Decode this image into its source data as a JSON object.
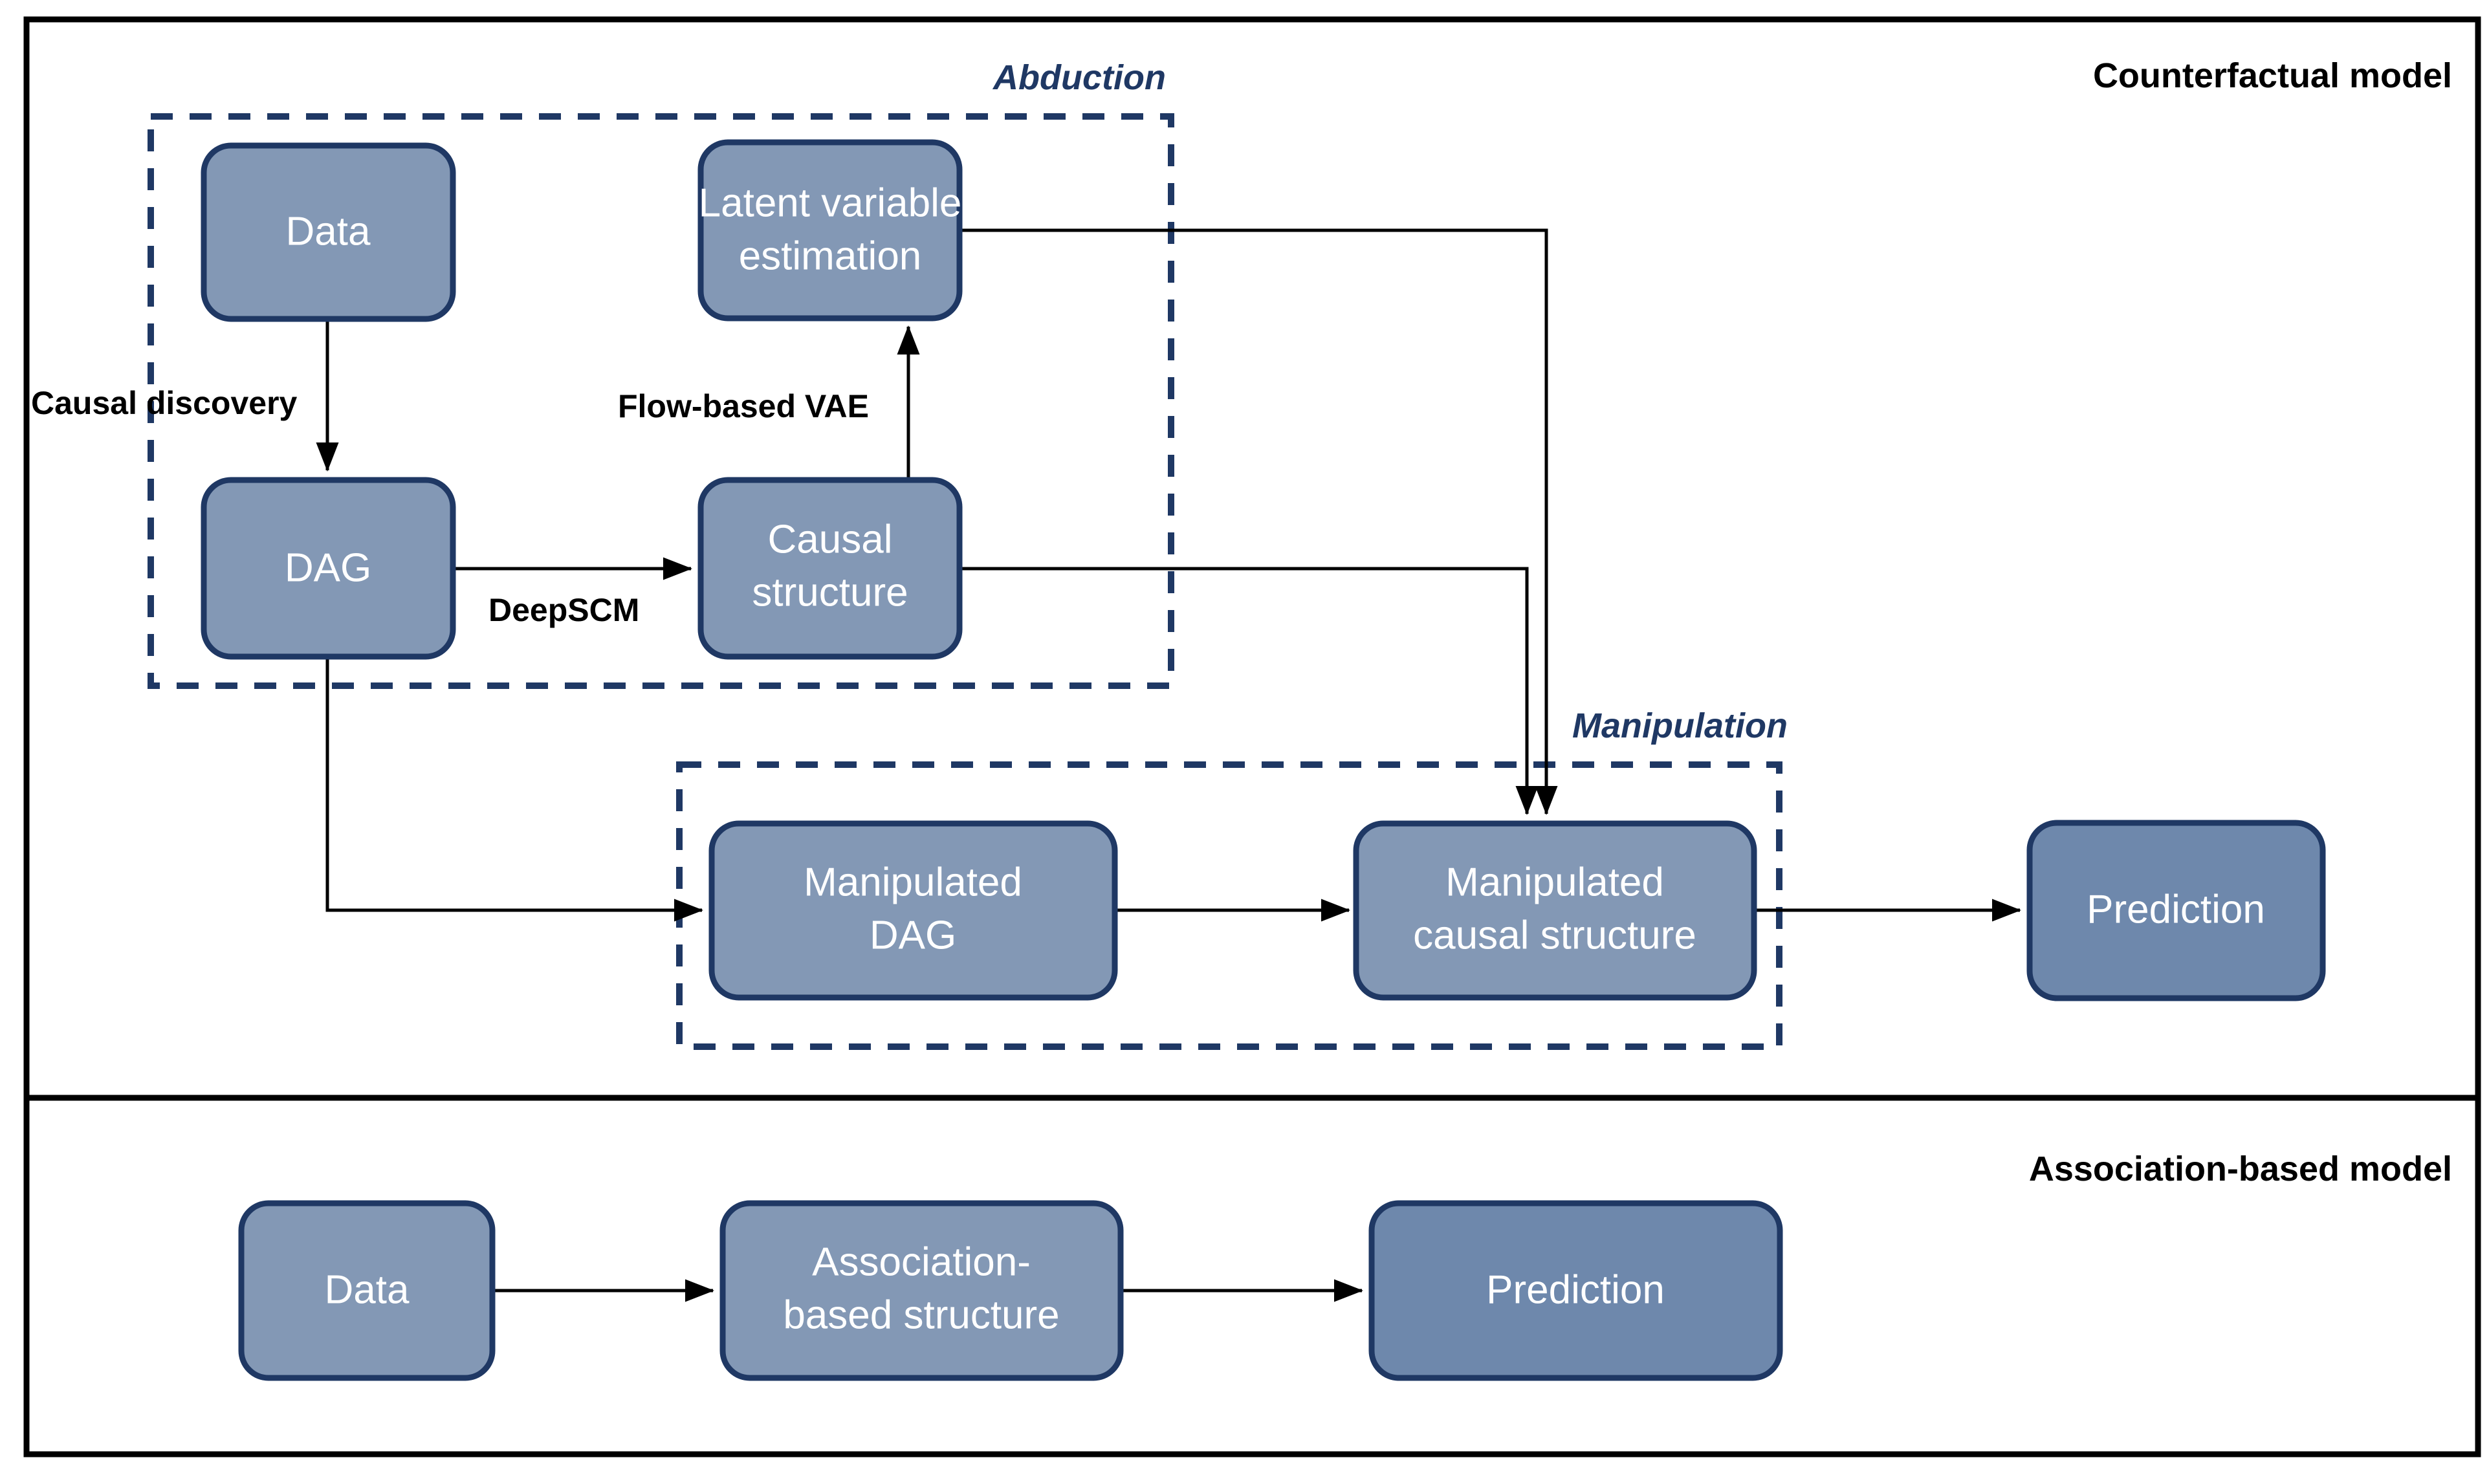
{
  "panels": [
    {
      "id": "counterfactual",
      "title": "Counterfactual model"
    },
    {
      "id": "association",
      "title": "Association-based model"
    }
  ],
  "groups": [
    {
      "id": "abduction",
      "title": "Abduction"
    },
    {
      "id": "manipulation",
      "title": "Manipulation"
    }
  ],
  "nodes": {
    "data_top": "Data",
    "latent_variable_estimation_line1": "Latent variable",
    "latent_variable_estimation_line2": "estimation",
    "dag": "DAG",
    "causal_structure_line1": "Causal",
    "causal_structure_line2": "structure",
    "manipulated_dag_line1": "Manipulated",
    "manipulated_dag_line2": "DAG",
    "manipulated_causal_structure_line1": "Manipulated",
    "manipulated_causal_structure_line2": "causal structure",
    "prediction_top": "Prediction",
    "data_bottom": "Data",
    "association_based_structure_line1": "Association-",
    "association_based_structure_line2": "based structure",
    "prediction_bottom": "Prediction"
  },
  "edge_labels": {
    "causal_discovery": "Causal discovery",
    "flow_based_vae": "Flow-based VAE",
    "deepscm": "DeepSCM"
  },
  "colors": {
    "node_fill_light": "#8398B5",
    "node_fill_dark": "#6E88AC",
    "node_border": "#1F3864",
    "group_dash": "#1F3864",
    "panel_border": "#000000",
    "node_text": "#FFFFFF",
    "edge_text": "#000000",
    "group_text": "#1F3864"
  }
}
